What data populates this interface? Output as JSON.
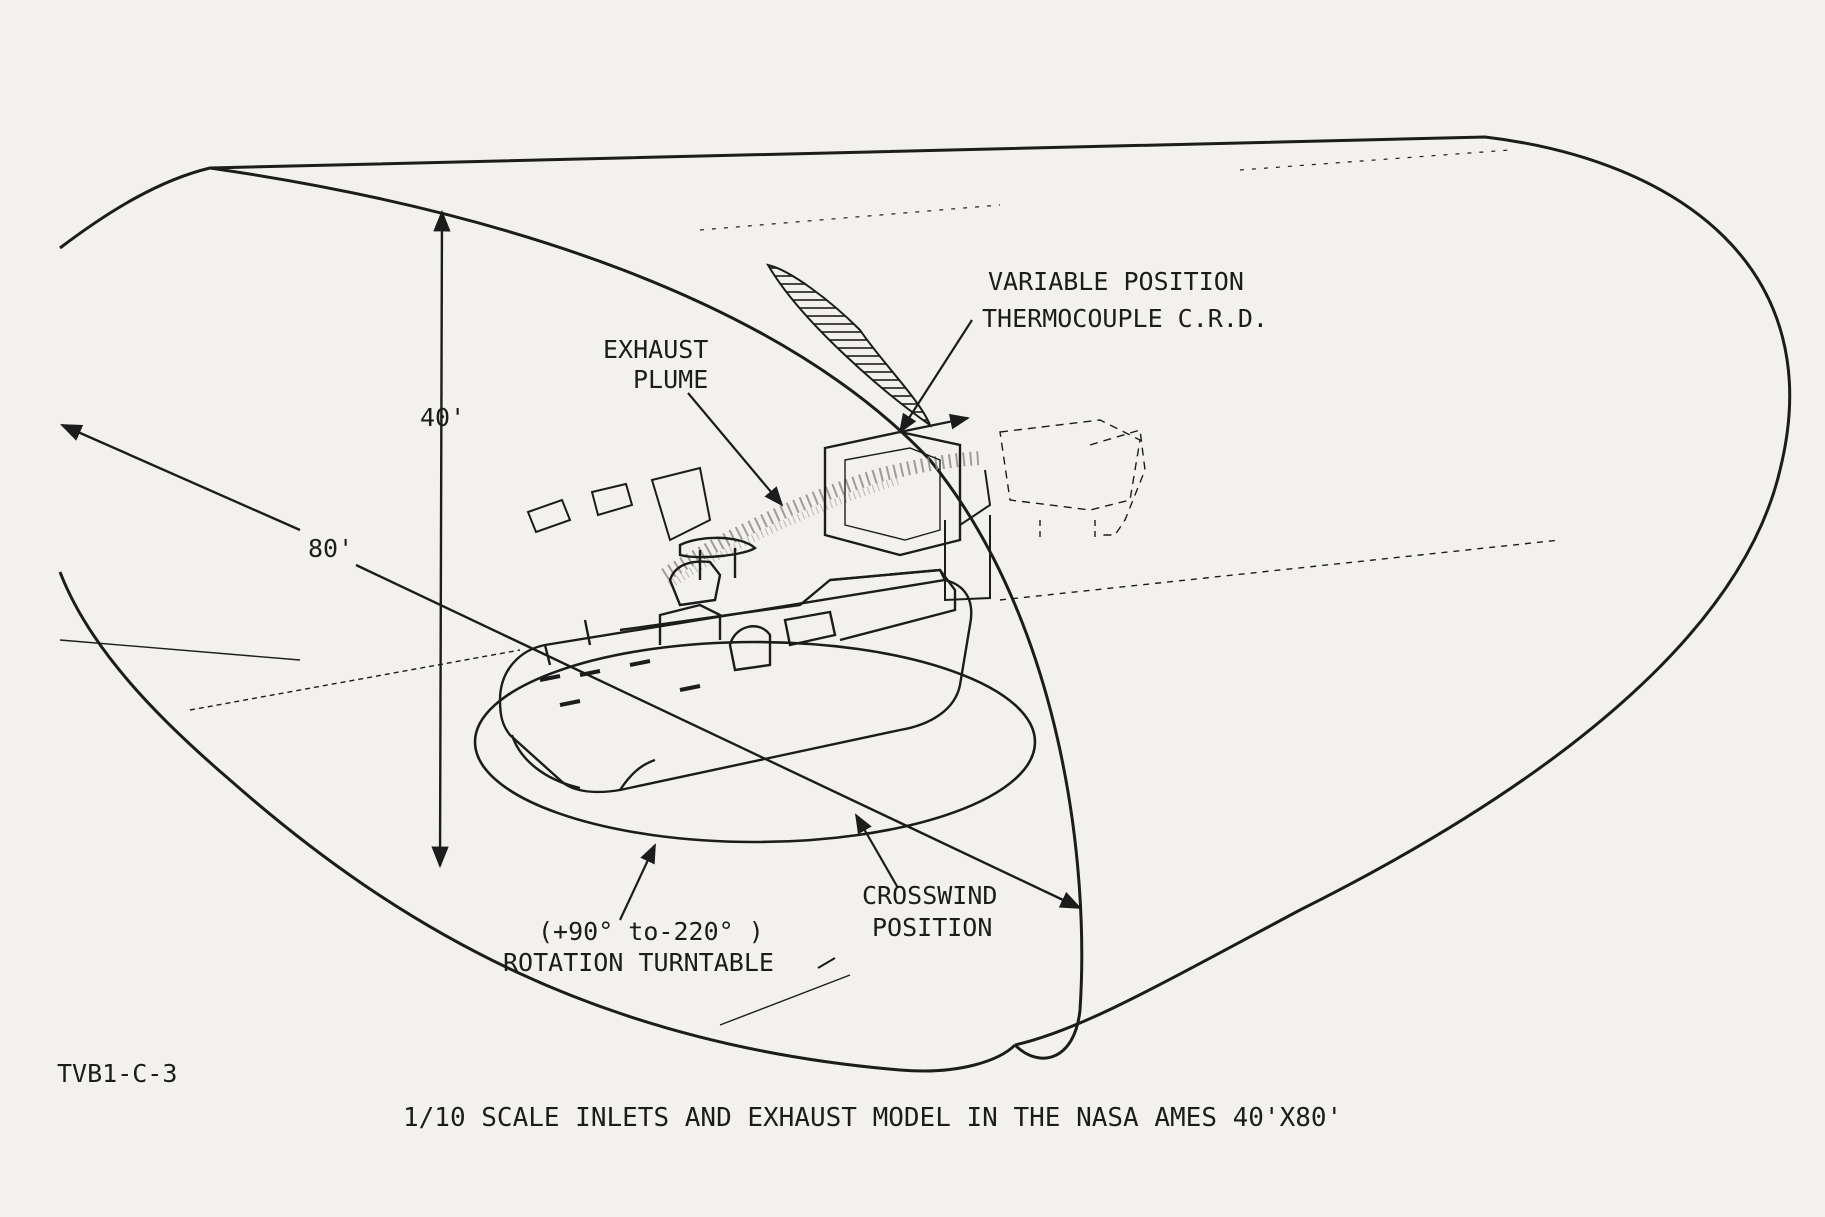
{
  "labels": {
    "variable_position_line1": "VARIABLE POSITION",
    "variable_position_line2": "THERMOCOUPLE C.R.D.",
    "exhaust_line1": "EXHAUST",
    "exhaust_line2": "PLUME",
    "height_dim": "40'",
    "length_dim": "80'",
    "crosswind_line1": "CROSSWIND",
    "crosswind_line2": "POSITION",
    "rotation_line1": "(+90° to-220° )",
    "rotation_line2": "ROTATION TURNTABLE"
  },
  "document_id": "TVB1-C-3",
  "caption": "1/10 SCALE INLETS AND EXHAUST MODEL IN THE NASA AMES 40'X80'",
  "colors": {
    "ink": "#1c1c1c",
    "paper": "#f2f1ee"
  }
}
